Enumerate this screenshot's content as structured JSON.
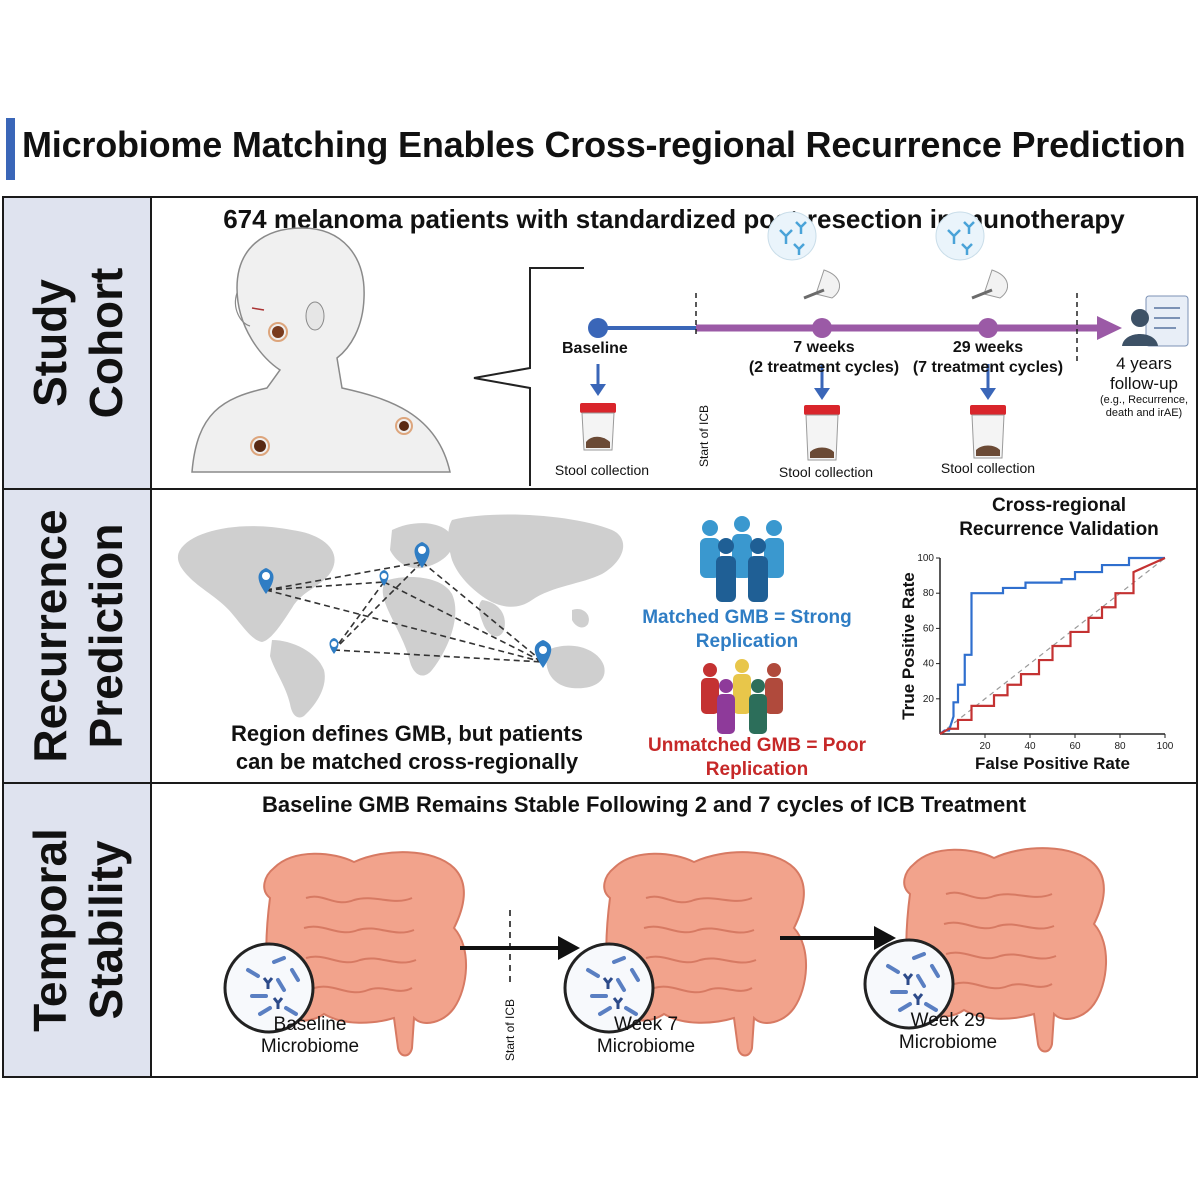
{
  "title": "Microbiome Matching Enables Cross-regional Recurrence Prediction",
  "colors": {
    "accent": "#3a66b8",
    "timeline_purple": "#9b5aa6",
    "timeline_blue": "#3a66b8",
    "matched_blue": "#2f7dc4",
    "unmatched_red": "#c62828",
    "side_panel": "#dfe3ef"
  },
  "cohort": {
    "side_label_1": "Study",
    "side_label_2": "Cohort",
    "heading": "674 melanoma patients with standardized post-resection immunotherapy",
    "baseline": "Baseline",
    "start_icb": "Start of ICB",
    "week7_title": "7 weeks",
    "week7_sub": "(2 treatment cycles)",
    "week29_title": "29 weeks",
    "week29_sub": "(7 treatment cycles)",
    "followup_1": "4 years",
    "followup_2": "follow-up",
    "followup_note_1": "(e.g., Recurrence,",
    "followup_note_2": "death and irAE)",
    "stool_1": "Stool collection",
    "stool_2": "Stool collection",
    "stool_3": "Stool collection"
  },
  "recurrence": {
    "side_label_1": "Recurrence",
    "side_label_2": "Prediction",
    "map_caption_1": "Region defines GMB, but patients",
    "map_caption_2": "can be matched cross-regionally",
    "matched_1": "Matched GMB = Strong",
    "matched_2": "Replication",
    "unmatched_1": "Unmatched GMB = Poor",
    "unmatched_2": "Replication"
  },
  "chart_data": {
    "type": "line",
    "title_1": "Cross-regional",
    "title_2": "Recurrence Validation",
    "xlabel": "False Positive Rate",
    "ylabel": "True Positive Rate",
    "xlim": [
      0,
      100
    ],
    "ylim": [
      0,
      100
    ],
    "xticks": [
      "20",
      "40",
      "60",
      "80",
      "100"
    ],
    "yticks": [
      "20",
      "40",
      "60",
      "80",
      "100"
    ],
    "diagonal": true,
    "grid": false,
    "series": [
      {
        "color": "#2f6fce",
        "x": [
          0,
          2,
          4,
          6,
          6,
          8,
          8,
          11,
          11,
          14,
          14,
          18,
          28,
          28,
          38,
          38,
          54,
          54,
          60,
          60,
          72,
          72,
          84,
          84,
          100
        ],
        "y": [
          0,
          2,
          2,
          10,
          18,
          18,
          28,
          28,
          45,
          45,
          80,
          80,
          80,
          83,
          83,
          86,
          86,
          88,
          88,
          92,
          92,
          96,
          96,
          100,
          100
        ]
      },
      {
        "color": "#c43232",
        "x": [
          0,
          4,
          8,
          8,
          14,
          14,
          24,
          24,
          30,
          30,
          36,
          36,
          44,
          44,
          50,
          50,
          58,
          58,
          66,
          66,
          72,
          72,
          78,
          78,
          86,
          86,
          100
        ],
        "y": [
          0,
          3,
          3,
          8,
          8,
          16,
          16,
          22,
          22,
          28,
          28,
          34,
          34,
          42,
          42,
          50,
          50,
          58,
          58,
          66,
          66,
          72,
          72,
          80,
          80,
          92,
          100
        ]
      }
    ]
  },
  "stability": {
    "side_label_1": "Temporal",
    "side_label_2": "Stability",
    "heading": "Baseline GMB Remains Stable Following 2 and 7 cycles of ICB Treatment",
    "start_icb": "Start of ICB",
    "baseline_1": "Baseline",
    "baseline_2": "Microbiome",
    "week7_1": "Week 7",
    "week7_2": "Microbiome",
    "week29_1": "Week 29",
    "week29_2": "Microbiome"
  }
}
